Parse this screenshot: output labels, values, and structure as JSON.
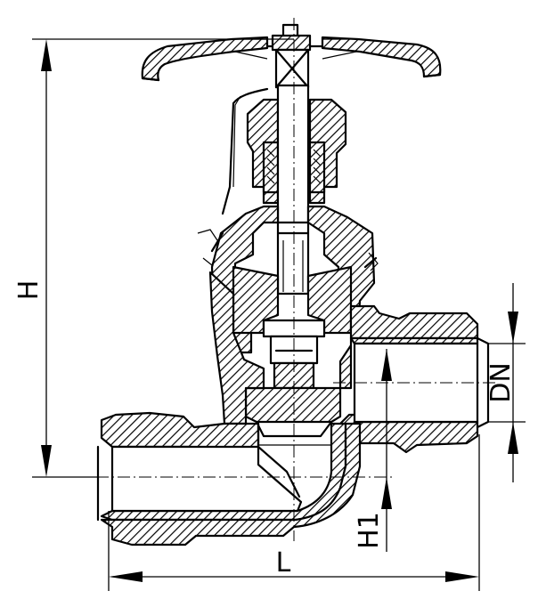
{
  "labels": {
    "height": "H",
    "length": "L",
    "nominal_diameter": "DN",
    "lower_height": "H1"
  }
}
